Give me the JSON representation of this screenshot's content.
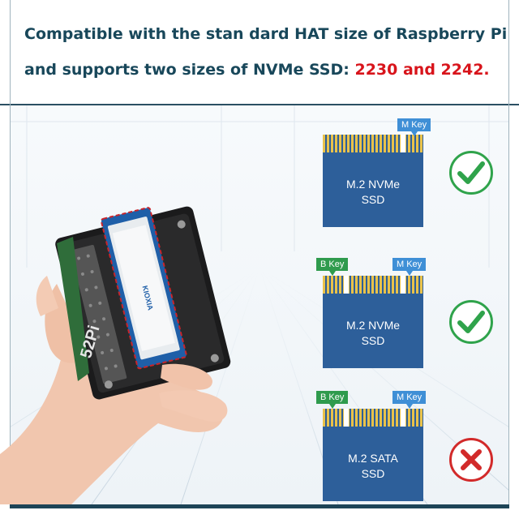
{
  "header": {
    "line1": "Compatible with the stan dard HAT size of Raspberry Pi",
    "line2_prefix": "and supports two sizes of NVMe SSD: ",
    "line2_highlight": "2230 and 2242."
  },
  "colors": {
    "heading": "#18475a",
    "highlight": "#d8141b",
    "ssd_card": "#2d5f9a",
    "gold_pins": "#e9c24a",
    "m_key": "#3f8fd6",
    "b_key": "#2f9b4d",
    "check": "#2fa34b",
    "cross": "#d22a2a"
  },
  "ssd_options": [
    {
      "keys": [
        "M Key"
      ],
      "line1": "M.2 NVMe",
      "line2": "SSD",
      "supported": true,
      "status_icon": "check-icon"
    },
    {
      "keys": [
        "B Key",
        "M Key"
      ],
      "line1": "M.2 NVMe",
      "line2": "SSD",
      "supported": true,
      "status_icon": "check-icon"
    },
    {
      "keys": [
        "B Key",
        "M Key"
      ],
      "line1": "M.2 SATA",
      "line2": "SSD",
      "supported": false,
      "status_icon": "cross-icon"
    }
  ],
  "product_photo": {
    "brand_mark": "52Pi",
    "ssd_label": "KIOXIA"
  }
}
